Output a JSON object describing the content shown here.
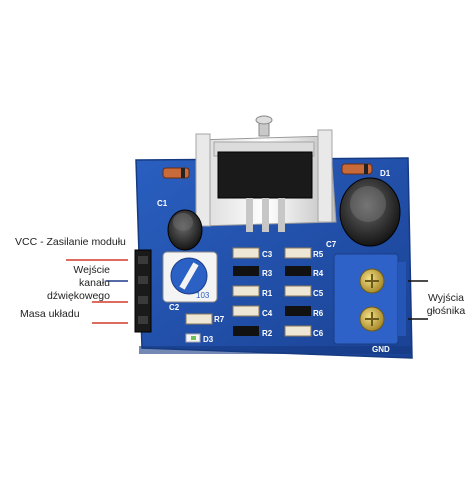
{
  "annotations": {
    "vcc": "VCC  - Zasilanie modułu",
    "input_line1": "Wejście",
    "input_line2": "kanału",
    "input_line3": "dźwiękowego",
    "ground": "Masa układu",
    "output_line1": "Wyjścia",
    "output_line2": "głośnika"
  },
  "silkscreen": {
    "d1": "D1",
    "d3": "D3",
    "c1": "C1",
    "c2": "C2",
    "c3": "C3",
    "c4": "C4",
    "c5": "C5",
    "c6": "C6",
    "c7": "C7",
    "r1": "R1",
    "r2": "R2",
    "r3": "R3",
    "r4": "R4",
    "r5": "R5",
    "r6": "R6",
    "r7": "R7",
    "gnd": "GND",
    "pot": "103"
  },
  "colors": {
    "pcb": "#1f4fa8",
    "terminal": "#2f62c8",
    "vcc_line": "#d23a2a",
    "signal_line": "#1c3a8a",
    "ground_line": "#d23a2a",
    "output_line": "#111111"
  }
}
